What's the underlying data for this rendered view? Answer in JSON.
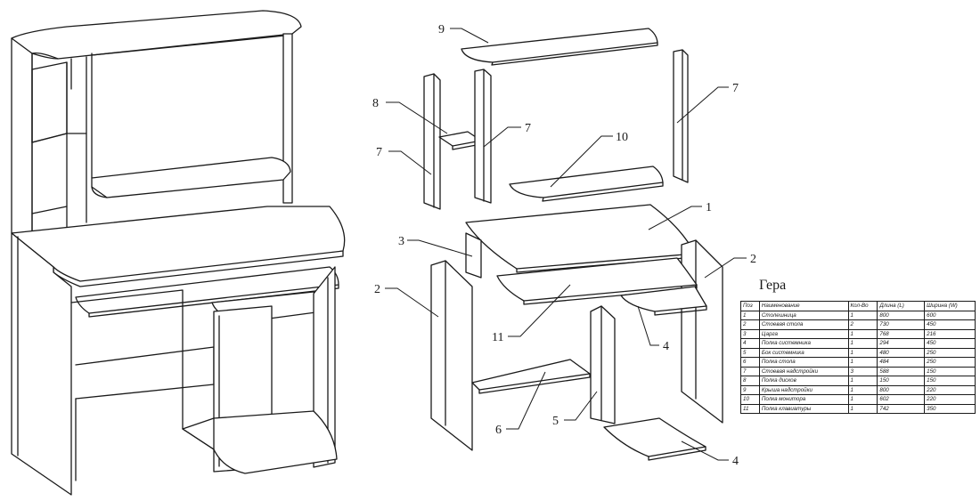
{
  "callouts": {
    "p1": "1",
    "p2_left": "2",
    "p2_right": "2",
    "p3": "3",
    "p4_upper": "4",
    "p4_lower": "4",
    "p5": "5",
    "p6": "6",
    "p7_left": "7",
    "p7_center": "7",
    "p7_right": "7",
    "p8": "8",
    "p9": "9",
    "p10": "10",
    "p11": "11"
  },
  "spec": {
    "title": "Гера",
    "headers": [
      "Поз",
      "Наименование",
      "Кол-Во",
      "Длина (L)",
      "Ширина (W)"
    ],
    "rows": [
      [
        "1",
        "Столешница",
        "1",
        "800",
        "600"
      ],
      [
        "2",
        "Стоевая стола",
        "2",
        "730",
        "450"
      ],
      [
        "3",
        "Царга",
        "1",
        "768",
        "216"
      ],
      [
        "4",
        "Полка системника",
        "1",
        "294",
        "450"
      ],
      [
        "5",
        "Бок системника",
        "1",
        "480",
        "250"
      ],
      [
        "6",
        "Полка стола",
        "1",
        "484",
        "250"
      ],
      [
        "7",
        "Стоевая надстройки",
        "3",
        "588",
        "150"
      ],
      [
        "8",
        "Полка дисков",
        "1",
        "150",
        "150"
      ],
      [
        "9",
        "Крыша надстройки",
        "1",
        "800",
        "220"
      ],
      [
        "10",
        "Полка монитора",
        "1",
        "602",
        "220"
      ],
      [
        "11",
        "Полка клавиатуры",
        "1",
        "742",
        "350"
      ]
    ]
  }
}
